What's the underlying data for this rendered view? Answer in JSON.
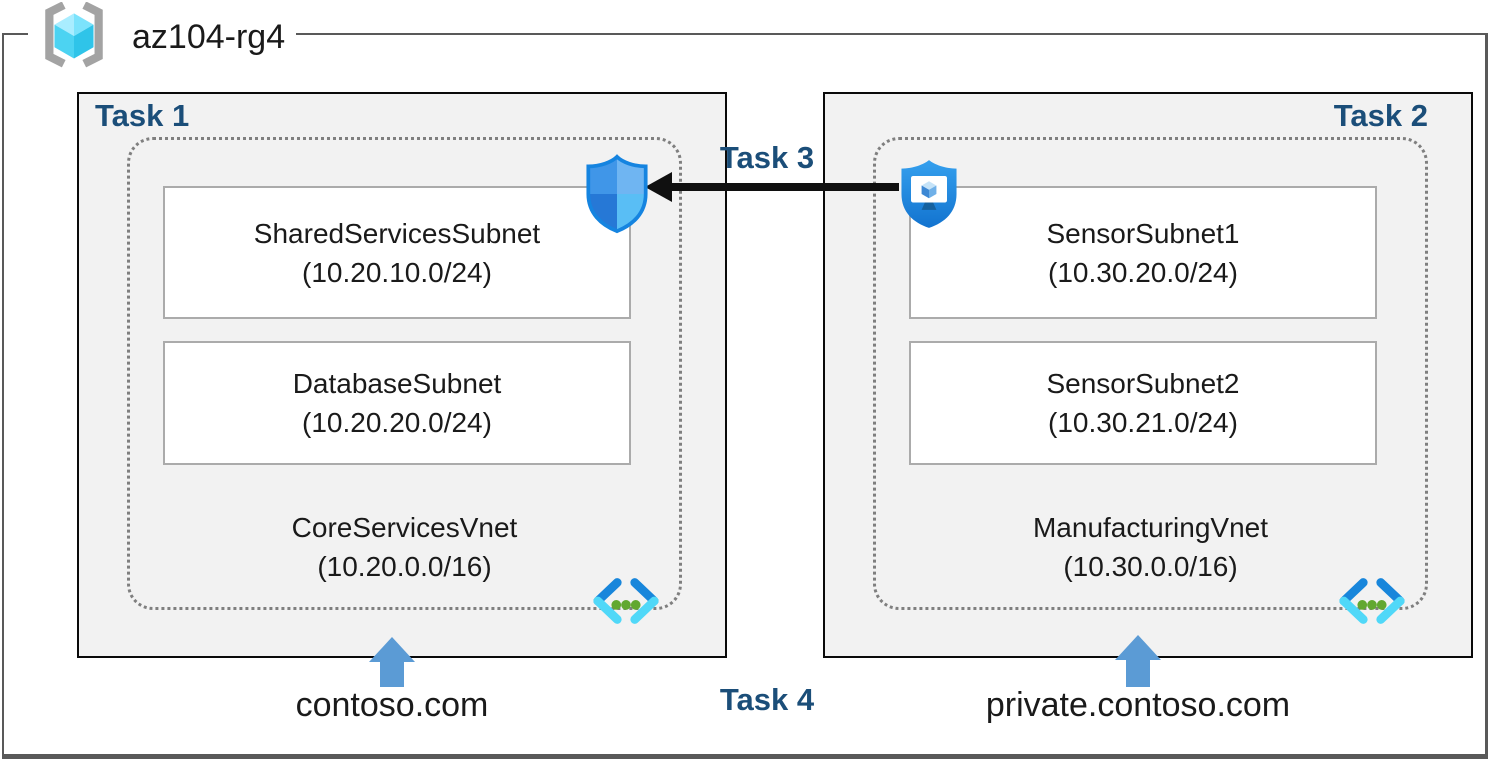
{
  "resource_group": {
    "name": "az104-rg4",
    "icon": "resource-group-icon"
  },
  "task_labels": {
    "task1": "Task 1",
    "task2": "Task 2",
    "task3": "Task 3",
    "task4": "Task 4"
  },
  "vnets": [
    {
      "task": "Task 1",
      "name": "CoreServicesVnet",
      "cidr": "(10.20.0.0/16)",
      "dns_zone": "contoso.com",
      "subnets": [
        {
          "name": "SharedServicesSubnet",
          "cidr": "(10.20.10.0/24)"
        },
        {
          "name": "DatabaseSubnet",
          "cidr": "(10.20.20.0/24)"
        }
      ]
    },
    {
      "task": "Task 2",
      "name": "ManufacturingVnet",
      "cidr": "(10.30.0.0/16)",
      "dns_zone": "private.contoso.com",
      "subnets": [
        {
          "name": "SensorSubnet1",
          "cidr": "(10.30.20.0/24)"
        },
        {
          "name": "SensorSubnet2",
          "cidr": "(10.30.21.0/24)"
        }
      ]
    }
  ],
  "icons": {
    "resource_group": "resource-group-icon",
    "nsg": "network-security-group-shield-icon",
    "bastion": "bastion-shield-monitor-icon",
    "vnet": "virtual-network-chevrons-icon"
  },
  "colors": {
    "task_label": "#1b4e79",
    "box_fill": "#f2f2f2",
    "box_border": "#0a0a0a",
    "subnet_border": "#ababab",
    "dashed_border": "#7f7f7f",
    "frame_border": "#595959",
    "arrow_blue": "#5b9bd5",
    "arrow_black": "#101010",
    "vnet_green_dots": "#62a830",
    "azure_blue": "#1886db",
    "azure_light_cyan": "#50d8f8"
  }
}
